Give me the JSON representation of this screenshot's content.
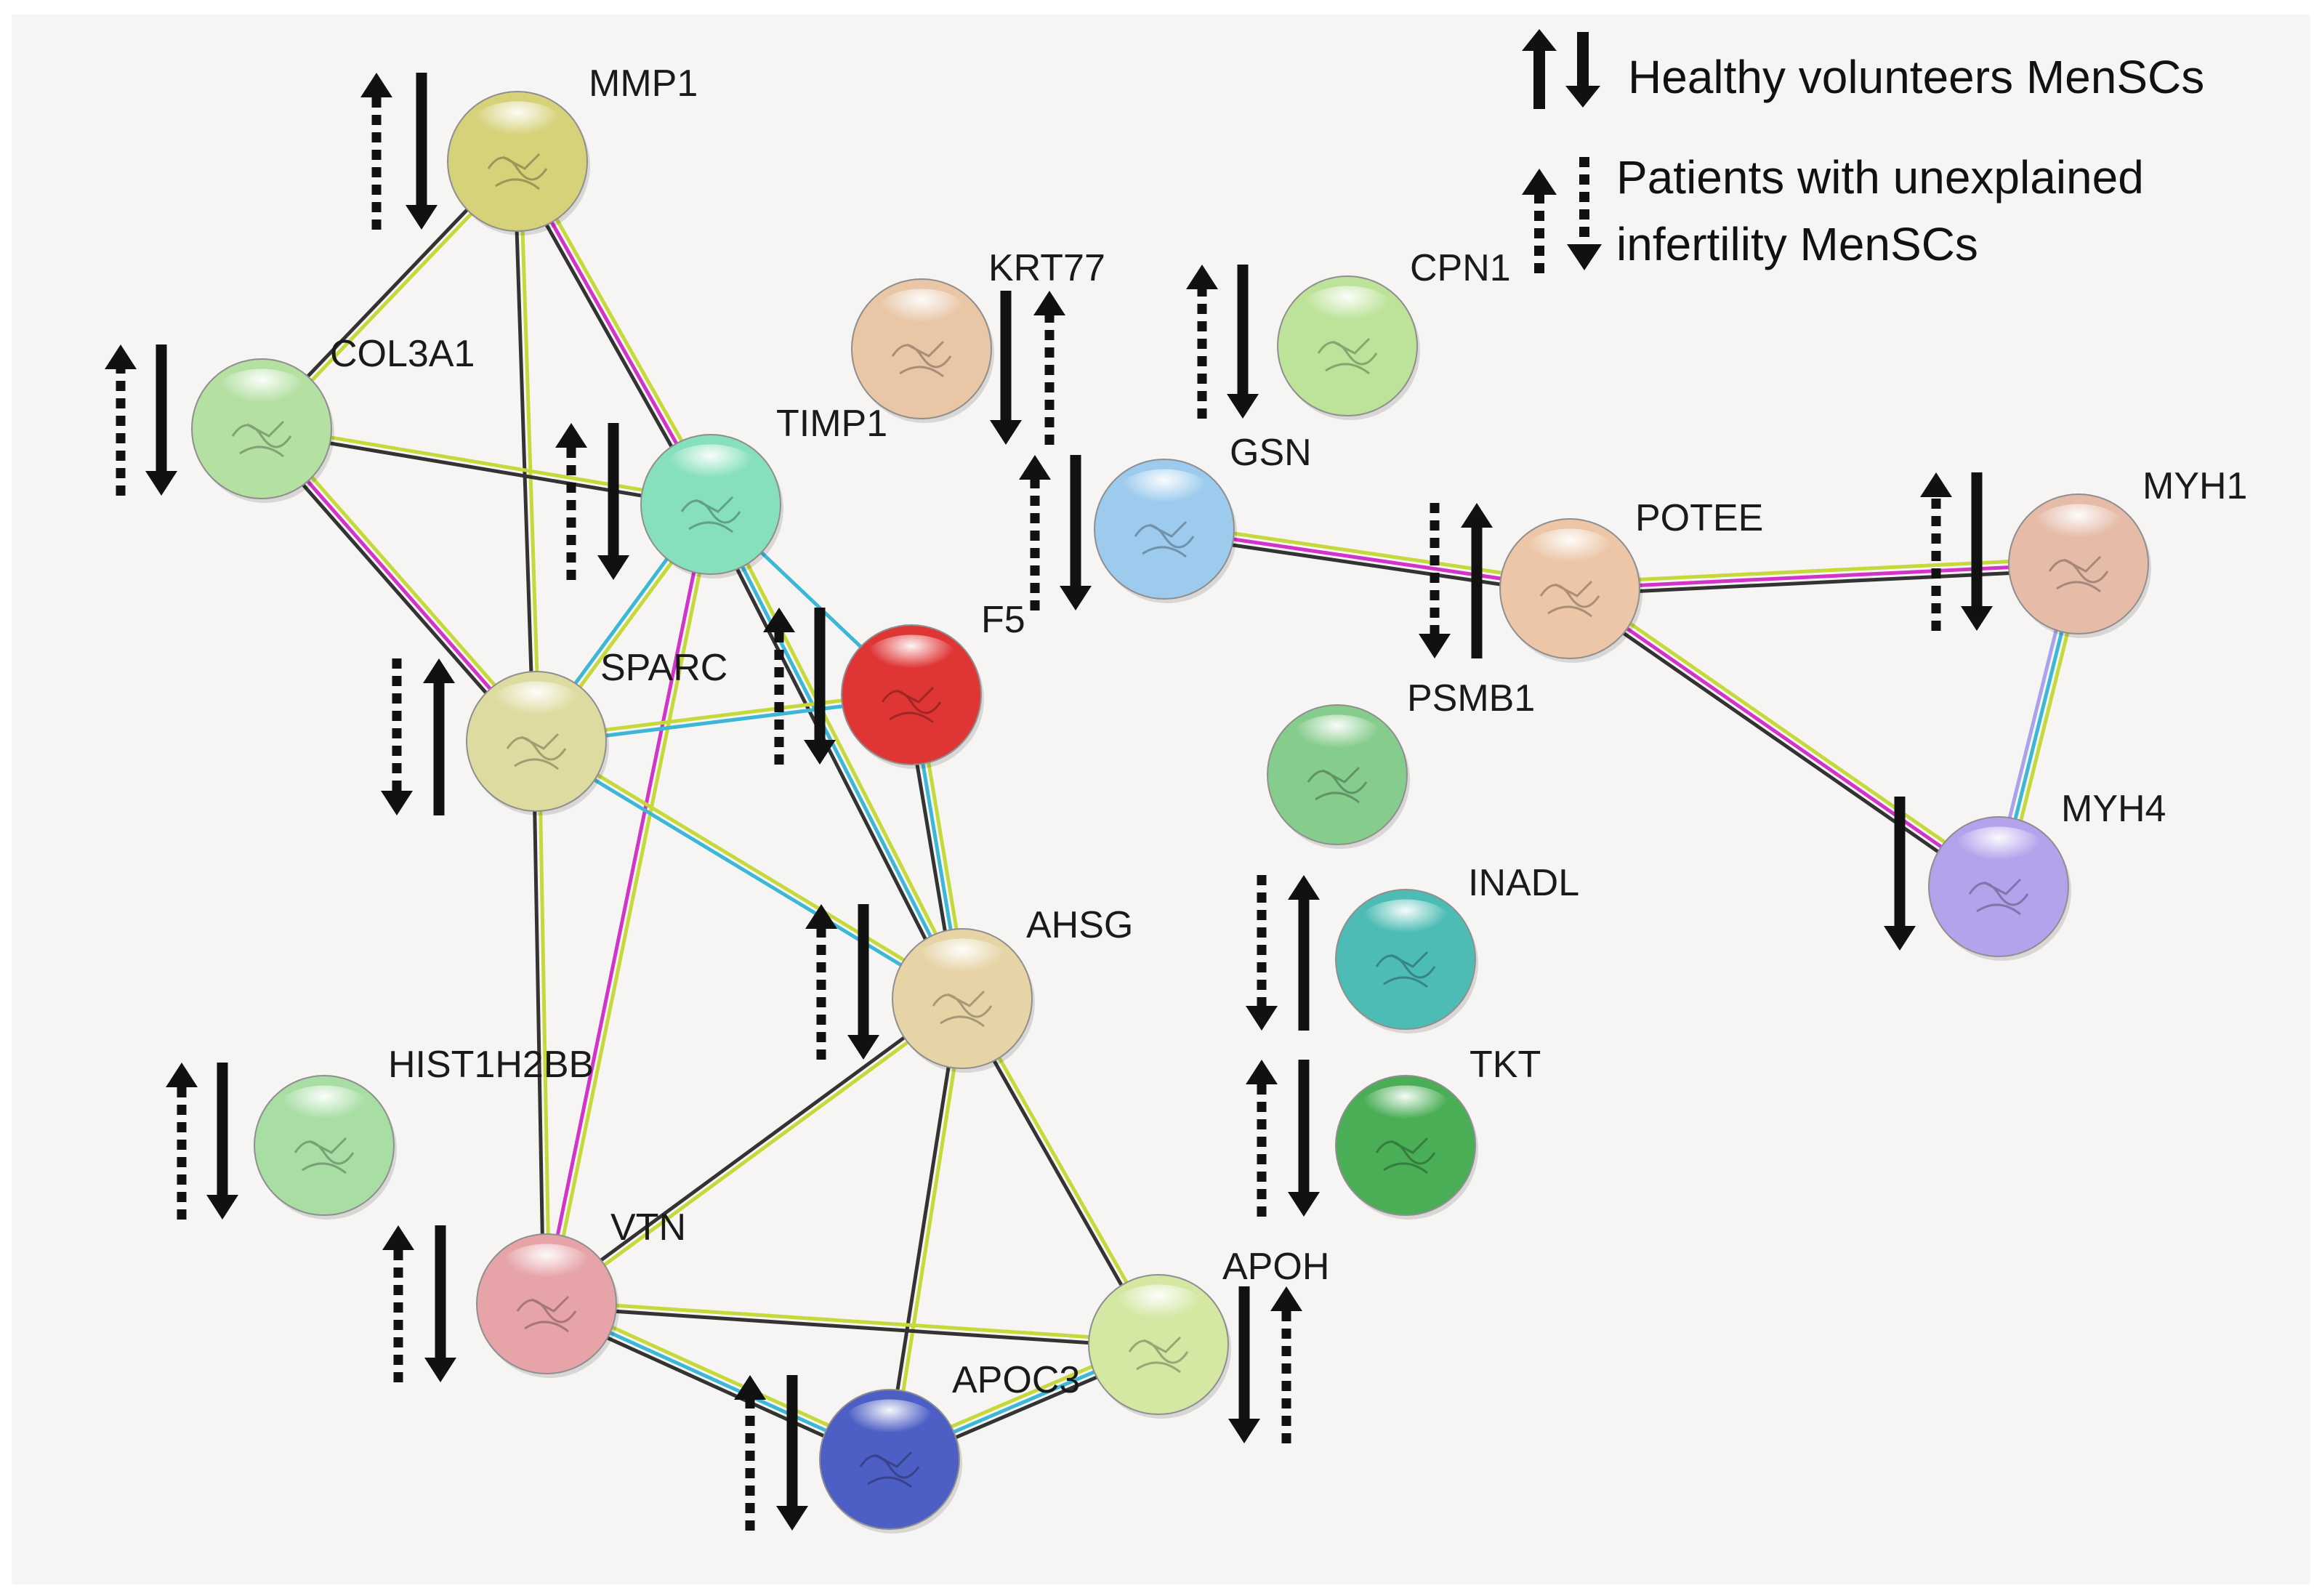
{
  "legend": {
    "healthy": "Healthy volunteers MenSCs",
    "patients_line1": "Patients with unexplained",
    "patients_line2": "infertility MenSCs"
  },
  "colors": {
    "background": "#f6f5f3",
    "edge_black": "#333333",
    "edge_yellow": "#c6d93a",
    "edge_magenta": "#d233c8",
    "edge_cyan": "#3cb7d6",
    "edge_lavender": "#a9a2ee",
    "arrow": "#111111"
  },
  "nodes": [
    {
      "id": "MMP1",
      "label": "MMP1",
      "color": "#d6d27a",
      "healthy": "down",
      "patients": "up"
    },
    {
      "id": "COL3A1",
      "label": "COL3A1",
      "color": "#b4e0a2",
      "healthy": "down",
      "patients": "up"
    },
    {
      "id": "TIMP1",
      "label": "TIMP1",
      "color": "#86e0bc",
      "healthy": "down",
      "patients": "up"
    },
    {
      "id": "KRT77",
      "label": "KRT77",
      "color": "#e8c6a6",
      "healthy": "down",
      "patients": "up"
    },
    {
      "id": "CPN1",
      "label": "CPN1",
      "color": "#bde39a",
      "healthy": "down",
      "patients": "up"
    },
    {
      "id": "GSN",
      "label": "GSN",
      "color": "#9ccbed",
      "healthy": "down",
      "patients": "up"
    },
    {
      "id": "F5",
      "label": "F5",
      "color": "#e03535",
      "healthy": "down",
      "patients": "up"
    },
    {
      "id": "SPARC",
      "label": "SPARC",
      "color": "#dedba0",
      "healthy": "up",
      "patients": "down"
    },
    {
      "id": "POTEE",
      "label": "POTEE",
      "color": "#ecc6a6",
      "healthy": null,
      "patients": null
    },
    {
      "id": "PSMB1",
      "label": "PSMB1",
      "color": "#86cc8c",
      "healthy": "up",
      "patients": "down"
    },
    {
      "id": "MYH1",
      "label": "MYH1",
      "color": "#e6bca8",
      "healthy": "down",
      "patients": "up"
    },
    {
      "id": "MYH4",
      "label": "MYH4",
      "color": "#b4a2ec",
      "healthy": "down",
      "patients": null
    },
    {
      "id": "INADL",
      "label": "INADL",
      "color": "#4cbcb4",
      "healthy": "up",
      "patients": "down"
    },
    {
      "id": "AHSG",
      "label": "AHSG",
      "color": "#e6d4a6",
      "healthy": "down",
      "patients": "up"
    },
    {
      "id": "HIST1H2BB",
      "label": "HIST1H2BB",
      "color": "#a8dea4",
      "healthy": "down",
      "patients": "up"
    },
    {
      "id": "TKT",
      "label": "TKT",
      "color": "#4aae56",
      "healthy": "down",
      "patients": "up"
    },
    {
      "id": "VTN",
      "label": "VTN",
      "color": "#e6a4a8",
      "healthy": "down",
      "patients": "up"
    },
    {
      "id": "APOH",
      "label": "APOH",
      "color": "#d4e8a4",
      "healthy": "down",
      "patients": "up"
    },
    {
      "id": "APOC3",
      "label": "APOC3",
      "color": "#4d5ec4",
      "healthy": "down",
      "patients": "up"
    }
  ],
  "edges": [
    {
      "from": "MMP1",
      "to": "COL3A1",
      "types": [
        "yellow",
        "black"
      ]
    },
    {
      "from": "MMP1",
      "to": "TIMP1",
      "types": [
        "yellow",
        "magenta",
        "black"
      ]
    },
    {
      "from": "MMP1",
      "to": "SPARC",
      "types": [
        "yellow",
        "black"
      ]
    },
    {
      "from": "COL3A1",
      "to": "TIMP1",
      "types": [
        "yellow",
        "black"
      ]
    },
    {
      "from": "COL3A1",
      "to": "SPARC",
      "types": [
        "yellow",
        "magenta",
        "black"
      ]
    },
    {
      "from": "TIMP1",
      "to": "SPARC",
      "types": [
        "yellow",
        "cyan"
      ]
    },
    {
      "from": "TIMP1",
      "to": "F5",
      "types": [
        "cyan"
      ]
    },
    {
      "from": "TIMP1",
      "to": "AHSG",
      "types": [
        "yellow",
        "cyan",
        "black"
      ]
    },
    {
      "from": "TIMP1",
      "to": "VTN",
      "types": [
        "yellow",
        "magenta"
      ]
    },
    {
      "from": "SPARC",
      "to": "F5",
      "types": [
        "yellow",
        "cyan"
      ]
    },
    {
      "from": "SPARC",
      "to": "AHSG",
      "types": [
        "yellow",
        "cyan"
      ]
    },
    {
      "from": "SPARC",
      "to": "VTN",
      "types": [
        "yellow",
        "black"
      ]
    },
    {
      "from": "F5",
      "to": "AHSG",
      "types": [
        "yellow",
        "cyan",
        "black"
      ]
    },
    {
      "from": "AHSG",
      "to": "VTN",
      "types": [
        "yellow",
        "black"
      ]
    },
    {
      "from": "AHSG",
      "to": "APOC3",
      "types": [
        "yellow",
        "black"
      ]
    },
    {
      "from": "AHSG",
      "to": "APOH",
      "types": [
        "yellow",
        "black"
      ]
    },
    {
      "from": "VTN",
      "to": "APOC3",
      "types": [
        "yellow",
        "cyan",
        "black"
      ]
    },
    {
      "from": "VTN",
      "to": "APOH",
      "types": [
        "yellow",
        "black"
      ]
    },
    {
      "from": "APOC3",
      "to": "APOH",
      "types": [
        "yellow",
        "cyan",
        "black"
      ]
    },
    {
      "from": "GSN",
      "to": "POTEE",
      "types": [
        "yellow",
        "magenta",
        "black"
      ]
    },
    {
      "from": "POTEE",
      "to": "MYH1",
      "types": [
        "yellow",
        "magenta",
        "black"
      ]
    },
    {
      "from": "POTEE",
      "to": "MYH4",
      "types": [
        "yellow",
        "magenta",
        "black"
      ]
    },
    {
      "from": "MYH1",
      "to": "MYH4",
      "types": [
        "yellow",
        "cyan",
        "lavender"
      ]
    }
  ]
}
